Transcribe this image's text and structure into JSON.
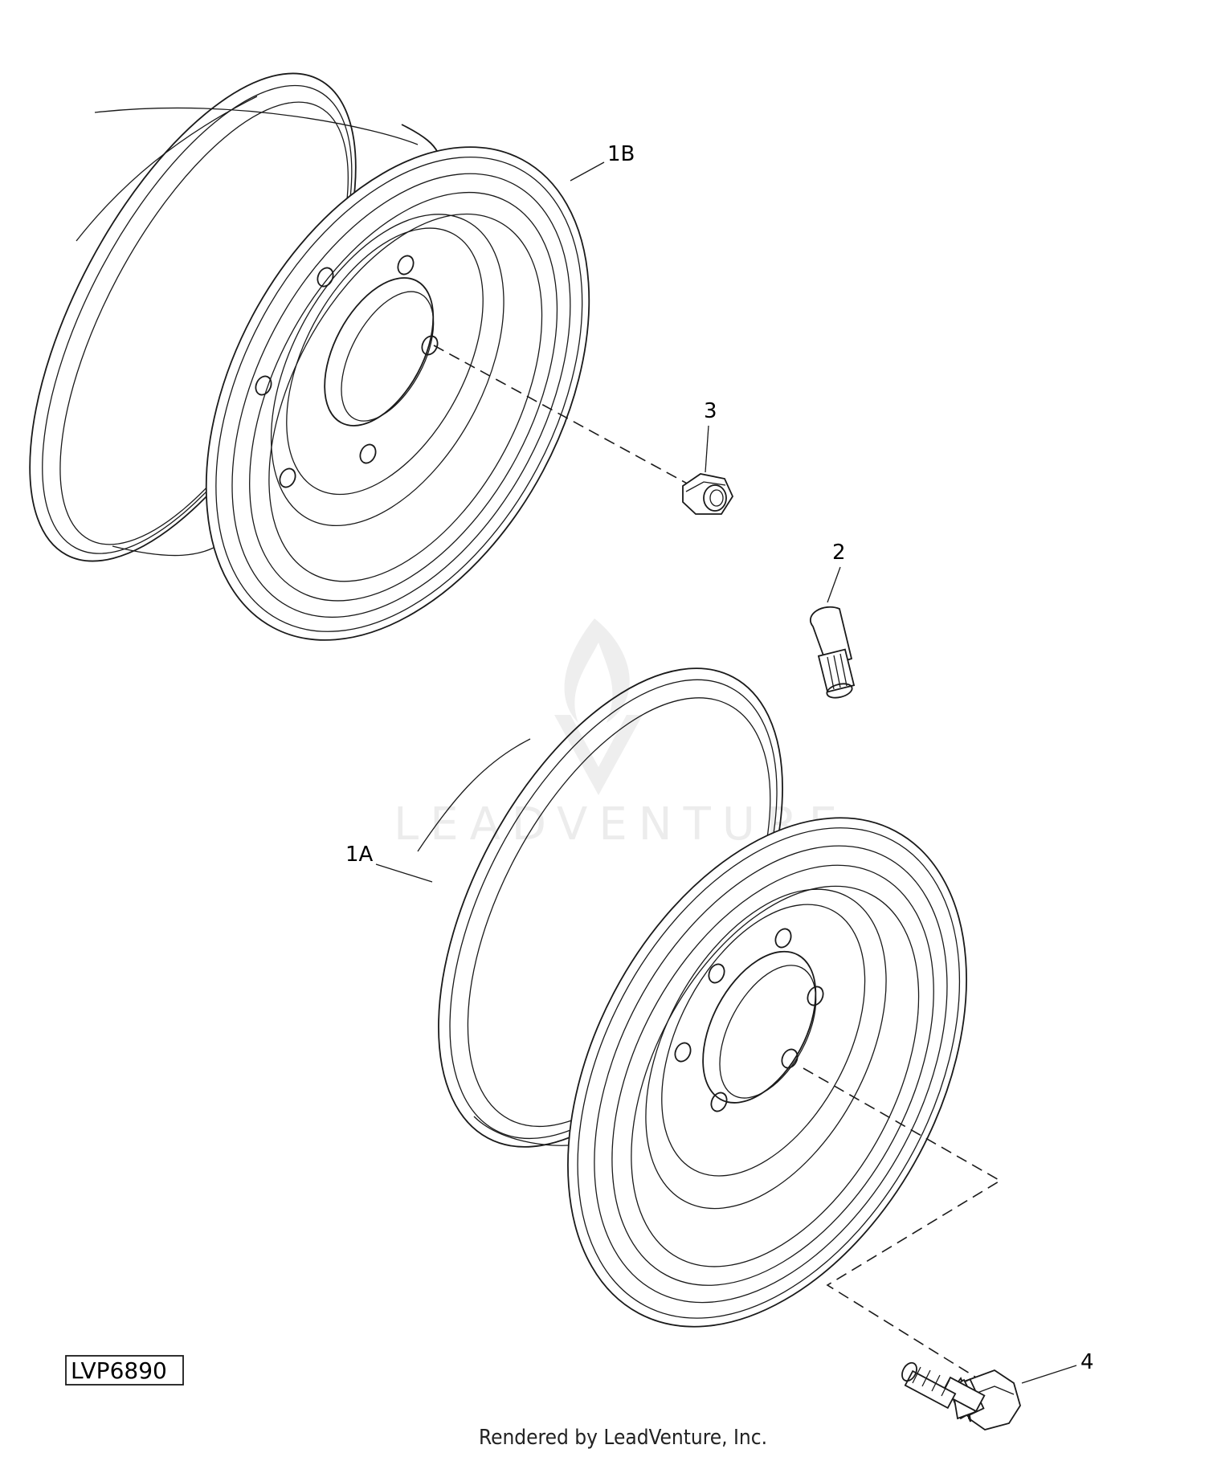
{
  "callouts": {
    "part_1b": "1B",
    "part_1a": "1A",
    "part_2": "2",
    "part_3": "3",
    "part_4": "4"
  },
  "figure_id": "LVP6890",
  "footer_text": "Rendered by LeadVenture, Inc.",
  "watermark": "LEADVENTURE",
  "colors": {
    "line": "#1a1a1a",
    "background": "#ffffff",
    "watermark": "#ececec"
  }
}
